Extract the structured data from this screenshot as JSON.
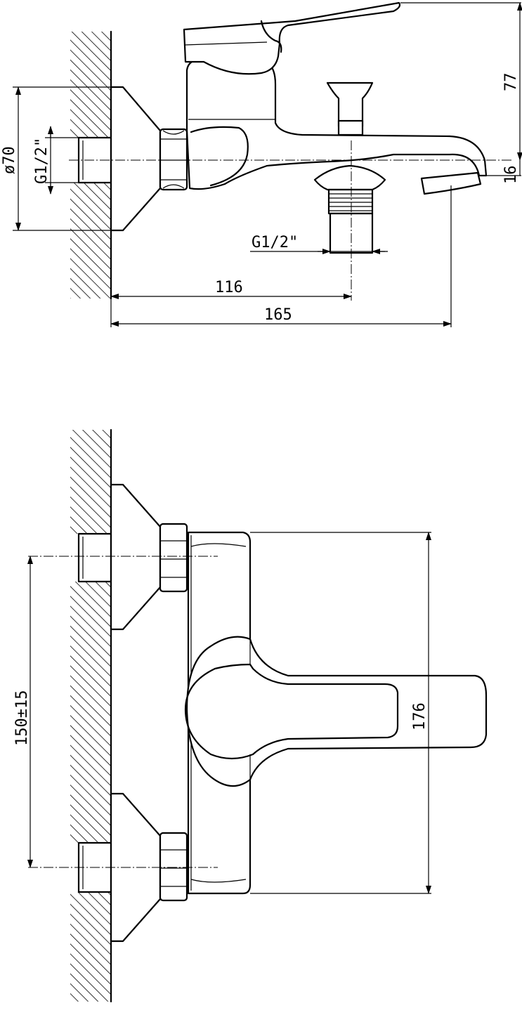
{
  "side_view": {
    "dim_diameter": "ø70",
    "dim_wall_thread": "G1/2\"",
    "dim_outlet_thread": "G1/2\"",
    "dim_outlet_offset": "116",
    "dim_total_depth": "165",
    "dim_height": "77",
    "dim_spout_height": "16"
  },
  "top_view": {
    "dim_center_distance": "150±15",
    "dim_body_width": "176"
  }
}
